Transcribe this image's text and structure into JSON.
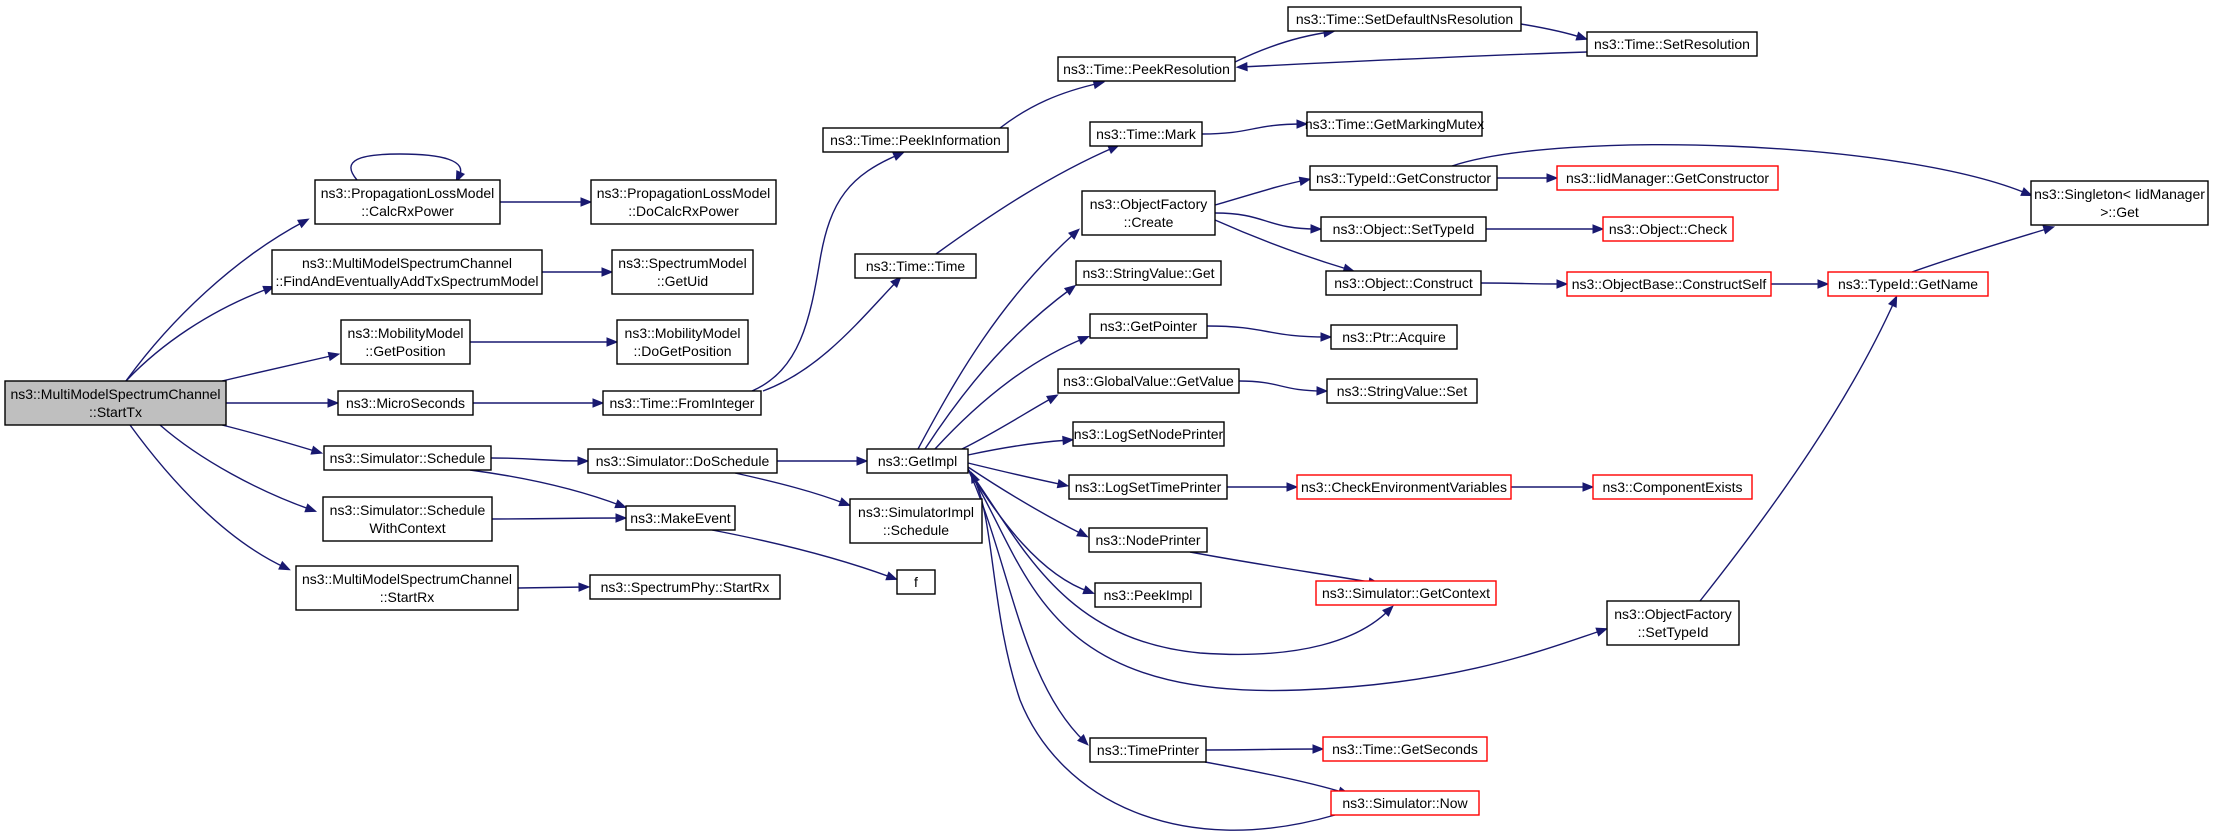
{
  "colors": {
    "edge": "#191970",
    "node_border": "#000000",
    "node_border_external": "#ff0000",
    "root_fill": "#bfbfbf",
    "node_fill": "#ffffff"
  },
  "nodes": [
    {
      "id": "n1",
      "lines": [
        "ns3::MultiModelSpectrumChannel",
        "::StartTx"
      ],
      "root": true
    },
    {
      "id": "n2",
      "lines": [
        "ns3::PropagationLossModel",
        "::CalcRxPower"
      ]
    },
    {
      "id": "n3",
      "lines": [
        "ns3::PropagationLossModel",
        "::DoCalcRxPower"
      ]
    },
    {
      "id": "n4",
      "lines": [
        "ns3::MultiModelSpectrumChannel",
        "::FindAndEventuallyAddTxSpectrumModel"
      ]
    },
    {
      "id": "n5",
      "lines": [
        "ns3::SpectrumModel",
        "::GetUid"
      ]
    },
    {
      "id": "n6",
      "lines": [
        "ns3::MobilityModel",
        "::GetPosition"
      ]
    },
    {
      "id": "n7",
      "lines": [
        "ns3::MobilityModel",
        "::DoGetPosition"
      ]
    },
    {
      "id": "n8",
      "lines": [
        "ns3::MicroSeconds"
      ]
    },
    {
      "id": "n9",
      "lines": [
        "ns3::Time::FromInteger"
      ]
    },
    {
      "id": "n10",
      "lines": [
        "ns3::Time::PeekInformation"
      ]
    },
    {
      "id": "n11",
      "lines": [
        "ns3::Time::PeekResolution"
      ]
    },
    {
      "id": "n12",
      "lines": [
        "ns3::Time::SetDefaultNsResolution"
      ]
    },
    {
      "id": "n13",
      "lines": [
        "ns3::Time::SetResolution"
      ]
    },
    {
      "id": "n14",
      "lines": [
        "ns3::Time::Time"
      ]
    },
    {
      "id": "n15",
      "lines": [
        "ns3::Time::Mark"
      ]
    },
    {
      "id": "n16",
      "lines": [
        "ns3::Time::GetMarkingMutex"
      ]
    },
    {
      "id": "n17",
      "lines": [
        "ns3::Simulator::Schedule"
      ]
    },
    {
      "id": "n18",
      "lines": [
        "ns3::Simulator::DoSchedule"
      ]
    },
    {
      "id": "n19",
      "lines": [
        "ns3::GetImpl"
      ]
    },
    {
      "id": "n20",
      "lines": [
        "ns3::ObjectFactory",
        "::Create"
      ]
    },
    {
      "id": "n21",
      "lines": [
        "ns3::TypeId::GetConstructor"
      ]
    },
    {
      "id": "n22",
      "lines": [
        "ns3::IidManager::GetConstructor"
      ],
      "external": true
    },
    {
      "id": "n23",
      "lines": [
        "ns3::Singleton< IidManager",
        ">::Get"
      ]
    },
    {
      "id": "n24",
      "lines": [
        "ns3::Object::SetTypeId"
      ]
    },
    {
      "id": "n25",
      "lines": [
        "ns3::Object::Check"
      ],
      "external": true
    },
    {
      "id": "n26",
      "lines": [
        "ns3::Object::Construct"
      ]
    },
    {
      "id": "n27",
      "lines": [
        "ns3::ObjectBase::ConstructSelf"
      ],
      "external": true
    },
    {
      "id": "n28",
      "lines": [
        "ns3::TypeId::GetName"
      ],
      "external": true
    },
    {
      "id": "n29",
      "lines": [
        "ns3::StringValue::Get"
      ]
    },
    {
      "id": "n30",
      "lines": [
        "ns3::GetPointer"
      ]
    },
    {
      "id": "n31",
      "lines": [
        "ns3::Ptr::Acquire"
      ]
    },
    {
      "id": "n32",
      "lines": [
        "ns3::GlobalValue::GetValue"
      ]
    },
    {
      "id": "n33",
      "lines": [
        "ns3::StringValue::Set"
      ]
    },
    {
      "id": "n34",
      "lines": [
        "ns3::LogSetNodePrinter"
      ]
    },
    {
      "id": "n35",
      "lines": [
        "ns3::LogSetTimePrinter"
      ]
    },
    {
      "id": "n36",
      "lines": [
        "ns3::CheckEnvironmentVariables"
      ],
      "external": true
    },
    {
      "id": "n37",
      "lines": [
        "ns3::ComponentExists"
      ],
      "external": true
    },
    {
      "id": "n38",
      "lines": [
        "ns3::NodePrinter"
      ]
    },
    {
      "id": "n39",
      "lines": [
        "ns3::Simulator::GetContext"
      ],
      "external": true
    },
    {
      "id": "n40",
      "lines": [
        "ns3::PeekImpl"
      ]
    },
    {
      "id": "n41",
      "lines": [
        "ns3::ObjectFactory",
        "::SetTypeId"
      ]
    },
    {
      "id": "n42",
      "lines": [
        "ns3::TimePrinter"
      ]
    },
    {
      "id": "n43",
      "lines": [
        "ns3::Time::GetSeconds"
      ],
      "external": true
    },
    {
      "id": "n44",
      "lines": [
        "ns3::Simulator::Now"
      ],
      "external": true
    },
    {
      "id": "n45",
      "lines": [
        "ns3::SimulatorImpl",
        "::Schedule"
      ]
    },
    {
      "id": "n46",
      "lines": [
        "ns3::MakeEvent"
      ]
    },
    {
      "id": "n47",
      "lines": [
        "f"
      ]
    },
    {
      "id": "n48",
      "lines": [
        "ns3::Simulator::Schedule",
        "WithContext"
      ]
    },
    {
      "id": "n49",
      "lines": [
        "ns3::MultiModelSpectrumChannel",
        "::StartRx"
      ]
    },
    {
      "id": "n50",
      "lines": [
        "ns3::SpectrumPhy::StartRx"
      ]
    }
  ],
  "edges": [
    {
      "from": "n1",
      "to": "n2"
    },
    {
      "from": "n1",
      "to": "n4"
    },
    {
      "from": "n1",
      "to": "n6"
    },
    {
      "from": "n1",
      "to": "n8"
    },
    {
      "from": "n1",
      "to": "n17"
    },
    {
      "from": "n1",
      "to": "n48"
    },
    {
      "from": "n1",
      "to": "n49"
    },
    {
      "from": "n2",
      "to": "n2"
    },
    {
      "from": "n2",
      "to": "n3"
    },
    {
      "from": "n4",
      "to": "n5"
    },
    {
      "from": "n6",
      "to": "n7"
    },
    {
      "from": "n8",
      "to": "n9"
    },
    {
      "from": "n9",
      "to": "n10"
    },
    {
      "from": "n9",
      "to": "n14"
    },
    {
      "from": "n10",
      "to": "n11"
    },
    {
      "from": "n11",
      "to": "n12"
    },
    {
      "from": "n12",
      "to": "n13"
    },
    {
      "from": "n13",
      "to": "n11"
    },
    {
      "from": "n14",
      "to": "n15"
    },
    {
      "from": "n15",
      "to": "n16"
    },
    {
      "from": "n17",
      "to": "n18"
    },
    {
      "from": "n17",
      "to": "n46"
    },
    {
      "from": "n18",
      "to": "n19"
    },
    {
      "from": "n18",
      "to": "n45"
    },
    {
      "from": "n19",
      "to": "n20"
    },
    {
      "from": "n19",
      "to": "n29"
    },
    {
      "from": "n19",
      "to": "n30"
    },
    {
      "from": "n19",
      "to": "n32"
    },
    {
      "from": "n19",
      "to": "n34"
    },
    {
      "from": "n19",
      "to": "n35"
    },
    {
      "from": "n19",
      "to": "n38"
    },
    {
      "from": "n19",
      "to": "n40"
    },
    {
      "from": "n19",
      "to": "n39"
    },
    {
      "from": "n19",
      "to": "n41"
    },
    {
      "from": "n19",
      "to": "n42"
    },
    {
      "from": "n44",
      "to": "n19"
    },
    {
      "from": "n20",
      "to": "n21"
    },
    {
      "from": "n20",
      "to": "n24"
    },
    {
      "from": "n20",
      "to": "n26"
    },
    {
      "from": "n21",
      "to": "n22"
    },
    {
      "from": "n21",
      "to": "n23"
    },
    {
      "from": "n24",
      "to": "n25"
    },
    {
      "from": "n26",
      "to": "n27"
    },
    {
      "from": "n27",
      "to": "n28"
    },
    {
      "from": "n28",
      "to": "n23"
    },
    {
      "from": "n30",
      "to": "n31"
    },
    {
      "from": "n32",
      "to": "n33"
    },
    {
      "from": "n35",
      "to": "n36"
    },
    {
      "from": "n36",
      "to": "n37"
    },
    {
      "from": "n38",
      "to": "n39"
    },
    {
      "from": "n41",
      "to": "n28"
    },
    {
      "from": "n42",
      "to": "n43"
    },
    {
      "from": "n42",
      "to": "n44"
    },
    {
      "from": "n46",
      "to": "n47"
    },
    {
      "from": "n48",
      "to": "n46"
    },
    {
      "from": "n49",
      "to": "n50"
    }
  ]
}
